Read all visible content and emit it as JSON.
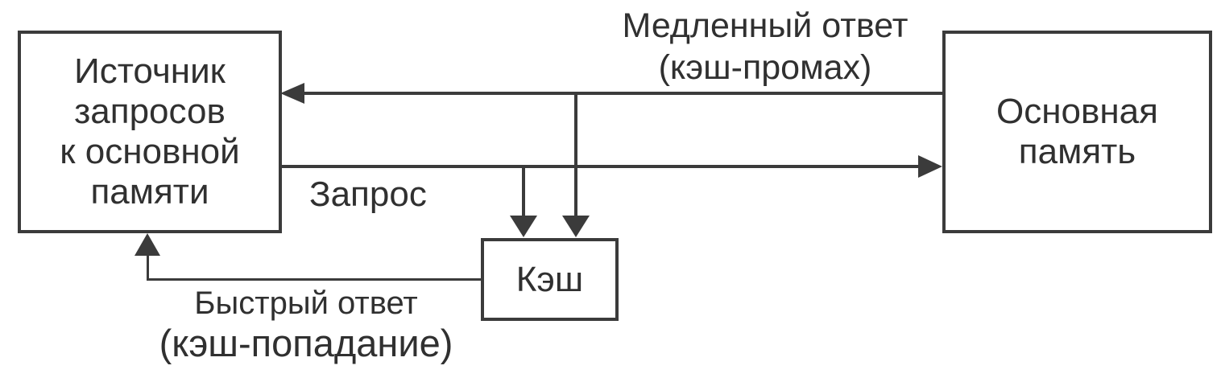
{
  "diagram": {
    "boxes": {
      "source": {
        "lines": [
          "Источник",
          "запросов",
          "к основной",
          "памяти"
        ]
      },
      "main_memory": {
        "lines": [
          "Основная",
          "память"
        ]
      },
      "cache": {
        "label": "Кэш"
      }
    },
    "labels": {
      "slow_response": {
        "line1": "Медленный ответ",
        "line2": "(кэш-промах)"
      },
      "request": {
        "text": "Запрос"
      },
      "fast_response": {
        "line1": "Быстрый ответ",
        "line2": "(кэш-попадание)"
      }
    },
    "icons": {
      "arrow_into_source_from_main": "arrow-left-icon",
      "arrow_into_main_from_source": "arrow-right-icon",
      "arrows_into_cache": "arrow-down-icon",
      "arrow_into_source_from_cache": "arrow-up-icon"
    },
    "colors": {
      "stroke": "#3b3b3b",
      "text": "#303030",
      "background": "#ffffff"
    }
  }
}
